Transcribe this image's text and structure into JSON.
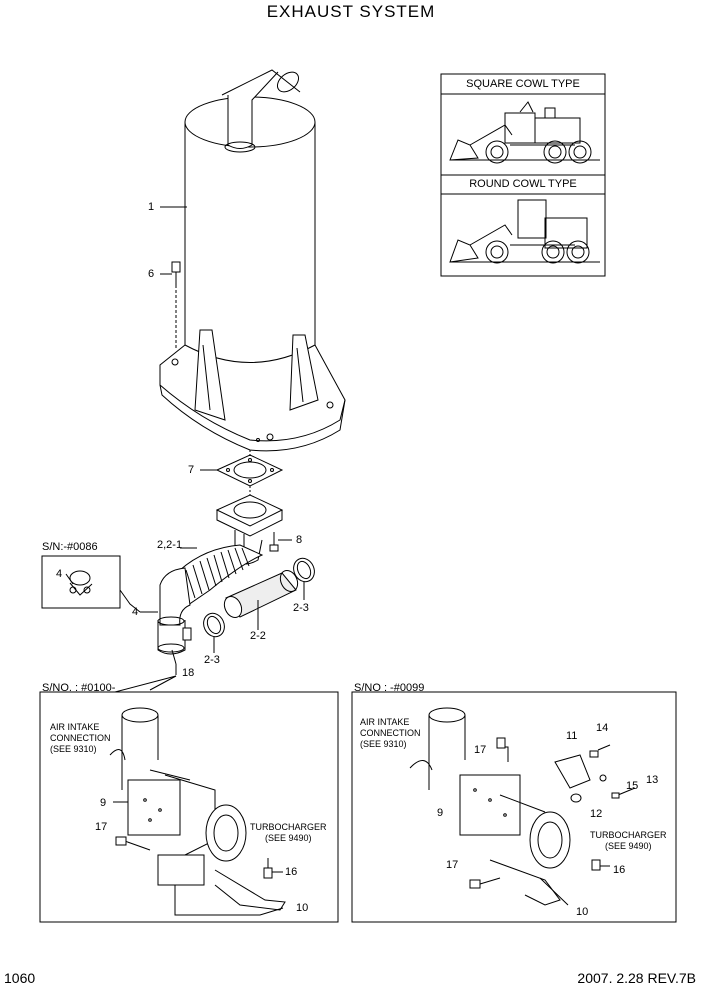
{
  "header": {
    "title": "EXHAUST SYSTEM"
  },
  "inset": {
    "square_label": "SQUARE COWL TYPE",
    "round_label": "ROUND COWL TYPE"
  },
  "callouts": {
    "c1": "1",
    "c6": "6",
    "c7": "7",
    "c8": "8",
    "c221": "2,2-1",
    "c4": "4",
    "c4b": "4",
    "c18": "18",
    "c22": "2-2",
    "c23a": "2-3",
    "c23b": "2-3"
  },
  "serials": {
    "top_left": "S/N:-#0086",
    "left": "S/NO. : #0100-",
    "right": "S/NO : -#0099"
  },
  "left_panel": {
    "air_intake": "AIR INTAKE",
    "connection": "CONNECTION",
    "see": "(SEE 9310)",
    "turbo": "TURBOCHARGER",
    "turbo_see": "(SEE 9490)",
    "n9": "9",
    "n17": "17",
    "n16": "16",
    "n10": "10"
  },
  "right_panel": {
    "air_intake": "AIR INTAKE",
    "connection": "CONNECTION",
    "see": "(SEE 9310)",
    "turbo": "TURBOCHARGER",
    "turbo_see": "(SEE 9490)",
    "n17a": "17",
    "n11": "11",
    "n14": "14",
    "n13": "13",
    "n15": "15",
    "n12": "12",
    "n9": "9",
    "n17b": "17",
    "n16": "16",
    "n10": "10"
  },
  "footer": {
    "page": "1060",
    "date_rev": "2007. 2.28  REV.7B"
  }
}
